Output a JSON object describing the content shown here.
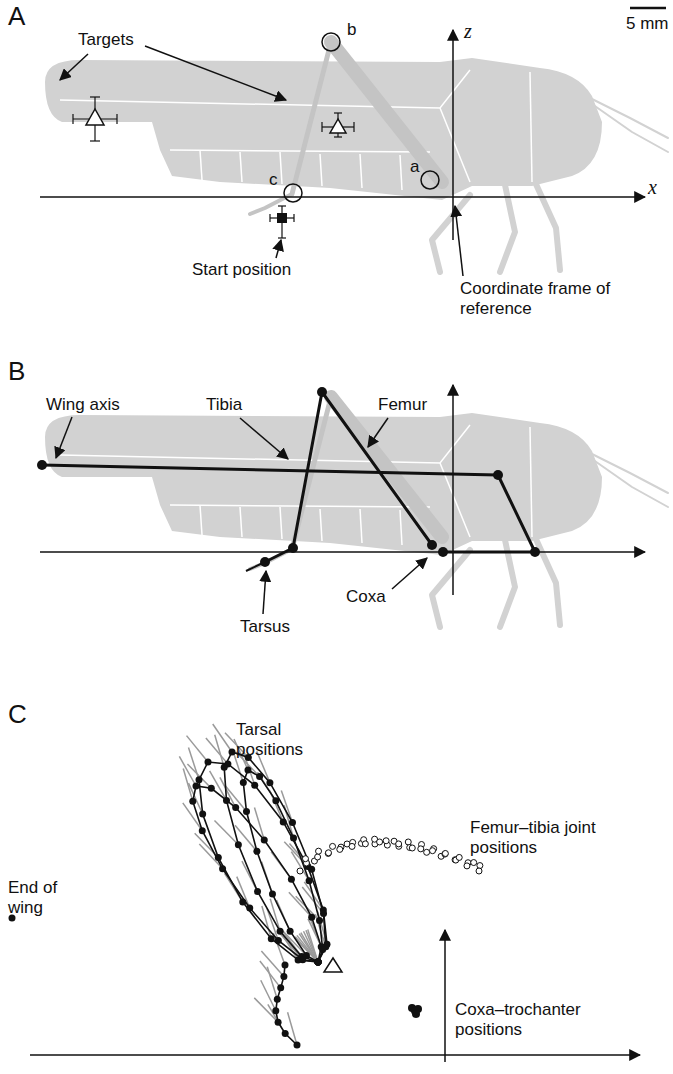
{
  "diagram": {
    "labels": [
      "A",
      "Targets",
      "b",
      "5 mm",
      "z",
      "a",
      "c",
      "x",
      "Start position",
      "Coordinate frame of reference",
      "B",
      "Wing axis",
      "Tibia",
      "Femur",
      "Coxa",
      "Tarsus",
      "C",
      "Tarsal positions",
      "Femur–tibia joint positions",
      "End of wing",
      "Coxa–trochanter positions"
    ]
  }
}
